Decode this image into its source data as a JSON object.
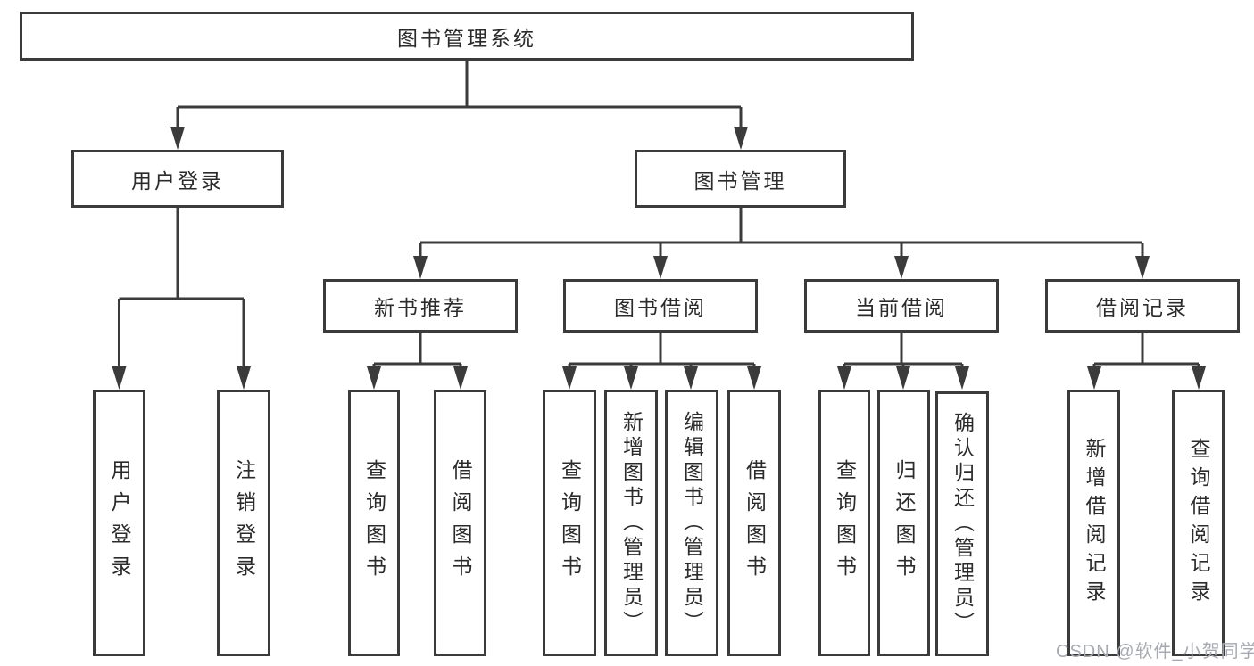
{
  "diagram_title": "图书管理系统",
  "colors": {
    "line": "#3b3b3b",
    "box_border": "#3b3b3b",
    "box_background": "#ffffff",
    "text": "#2b2b2b",
    "watermark": "#a7aab1",
    "background": "#ffffff"
  },
  "nodes": {
    "root": {
      "label": "图书管理系统"
    },
    "level2": [
      {
        "label": "用户登录"
      },
      {
        "label": "图书管理"
      }
    ],
    "level3": [
      {
        "label": "新书推荐"
      },
      {
        "label": "图书借阅"
      },
      {
        "label": "当前借阅"
      },
      {
        "label": "借阅记录"
      }
    ],
    "leaves": {
      "user_login": [
        {
          "label": "用户登录"
        },
        {
          "label": "注销登录"
        }
      ],
      "new_book_recommend": [
        {
          "label": "查询图书"
        },
        {
          "label": "借阅图书"
        }
      ],
      "book_borrow": [
        {
          "label": "查询图书"
        },
        {
          "label": "新增图书（管理员）"
        },
        {
          "label": "编辑图书（管理员）"
        },
        {
          "label": "借阅图书"
        }
      ],
      "current_borrow": [
        {
          "label": "查询图书"
        },
        {
          "label": "归还图书"
        },
        {
          "label": "确认归还（管理员）"
        }
      ],
      "borrow_records": [
        {
          "label": "新增借阅记录"
        },
        {
          "label": "查询借阅记录"
        }
      ]
    }
  },
  "watermark": {
    "text": "CSDN @软件_小贺同学"
  }
}
